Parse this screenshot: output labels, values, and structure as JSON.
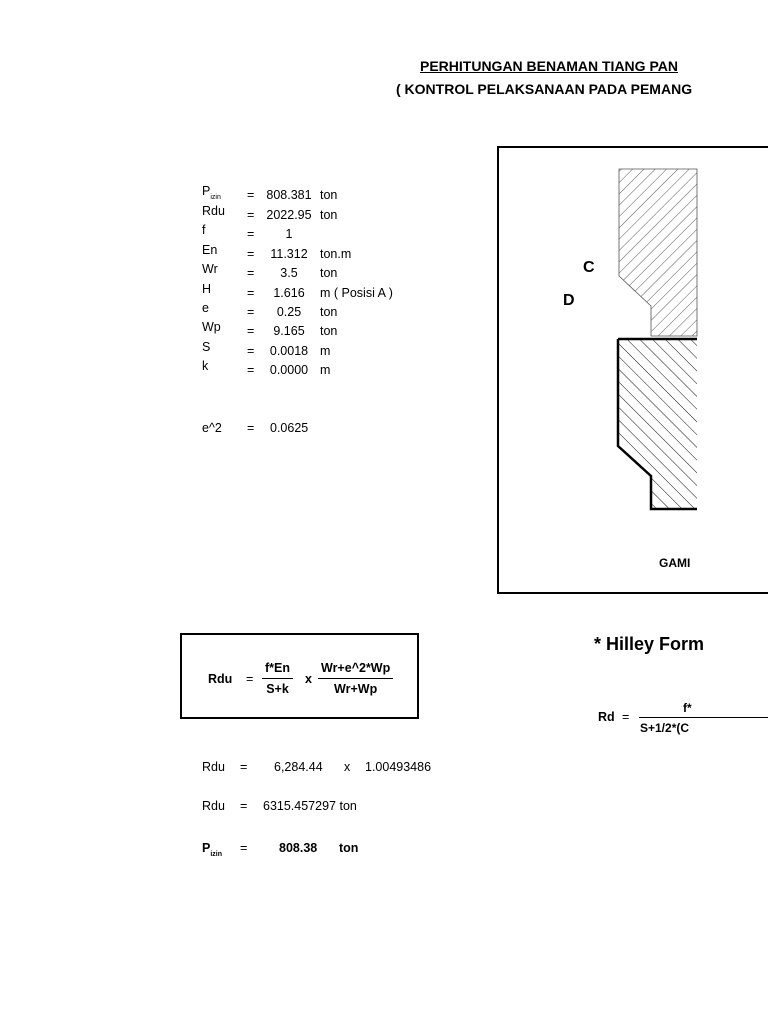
{
  "title_line1": "PERHITUNGAN BENAMAN TIANG PAN",
  "title_line2": "( KONTROL PELAKSANAAN PADA PEMANG",
  "params": [
    {
      "name": "P",
      "sub": "izin",
      "eq": "=",
      "value": "808.381",
      "unit": "ton"
    },
    {
      "name": "Rdu",
      "sub": "",
      "eq": "=",
      "value": "2022.95",
      "unit": "ton"
    },
    {
      "name": "f",
      "sub": "",
      "eq": "=",
      "value": "1",
      "unit": ""
    },
    {
      "name": "En",
      "sub": "",
      "eq": "=",
      "value": "11.312",
      "unit": "ton.m"
    },
    {
      "name": "Wr",
      "sub": "",
      "eq": "=",
      "value": "3.5",
      "unit": "ton"
    },
    {
      "name": "H",
      "sub": "",
      "eq": "=",
      "value": "1.616",
      "unit": "m   ( Posisi A )"
    },
    {
      "name": "e",
      "sub": "",
      "eq": "=",
      "value": "0.25",
      "unit": "ton"
    },
    {
      "name": "Wp",
      "sub": "",
      "eq": "=",
      "value": "9.165",
      "unit": "ton"
    },
    {
      "name": "S",
      "sub": "",
      "eq": "=",
      "value": "0.0018",
      "unit": "m"
    },
    {
      "name": "k",
      "sub": "",
      "eq": "=",
      "value": "0.0000",
      "unit": "m"
    }
  ],
  "e2": {
    "name": "e^2",
    "eq": "=",
    "value": "0.0625"
  },
  "figure": {
    "label_c": "C",
    "label_d": "D",
    "caption": "GAMI"
  },
  "formula": {
    "lhs": "Rdu",
    "eq": "=",
    "frac1_num": "f*En",
    "frac1_den": "S+k",
    "times": "x",
    "frac2_num": "Wr+e^2*Wp",
    "frac2_den": "Wr+Wp"
  },
  "hilley": {
    "heading": "* Hilley Form",
    "lhs": "Rd",
    "eq": "=",
    "num": "f*",
    "den": "S+1/2*(C"
  },
  "results": {
    "r1": {
      "name": "Rdu",
      "eq": "=",
      "a": "6,284.44",
      "x": "x",
      "b": "1.00493486"
    },
    "r2": {
      "name": "Rdu",
      "eq": "=",
      "value": "6315.457297 ton"
    },
    "r3": {
      "name": "P",
      "sub": "izin",
      "eq": "=",
      "value": "808.38",
      "unit": "ton"
    }
  }
}
